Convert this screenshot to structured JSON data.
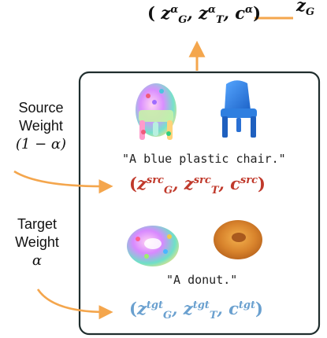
{
  "top_tuple": {
    "open": "(",
    "z1": "z",
    "z1_sup": "α",
    "z1_sub": "G",
    "comma1": ", ",
    "z2": "z",
    "z2_sup": "α",
    "z2_sub": "T",
    "comma2": ", ",
    "c": "c",
    "c_sup": "α",
    "close": ")"
  },
  "top_right_fragment": {
    "z": "z",
    "sub": "G"
  },
  "source_label": {
    "line1": "Source",
    "line2": "Weight",
    "line3": "(1 − α)"
  },
  "target_label": {
    "line1": "Target",
    "line2": "Weight",
    "line3": "α"
  },
  "source_caption": "\"A blue plastic chair.\"",
  "target_caption": "\"A donut.\"",
  "source_tuple": {
    "open": "(",
    "z1": "z",
    "z1_sup": "src",
    "z1_sub": "G",
    "comma1": ", ",
    "z2": "z",
    "z2_sup": "src",
    "z2_sub": "T",
    "comma2": ", ",
    "c": "c",
    "c_sup": "src",
    "close": ")"
  },
  "target_tuple": {
    "open": "(",
    "z1": "z",
    "z1_sup": "tgt",
    "z1_sub": "G",
    "comma1": ", ",
    "z2": "z",
    "z2_sup": "tgt",
    "z2_sub": "T",
    "comma2": ", ",
    "c": "c",
    "c_sup": "tgt",
    "close": ")"
  },
  "colors": {
    "arrow": "#f4a64d",
    "source_tuple": "#c0392b",
    "target_tuple": "#6aa0cf",
    "box_border": "#1f2d2d",
    "chair_blue": "#2f7fe0"
  }
}
